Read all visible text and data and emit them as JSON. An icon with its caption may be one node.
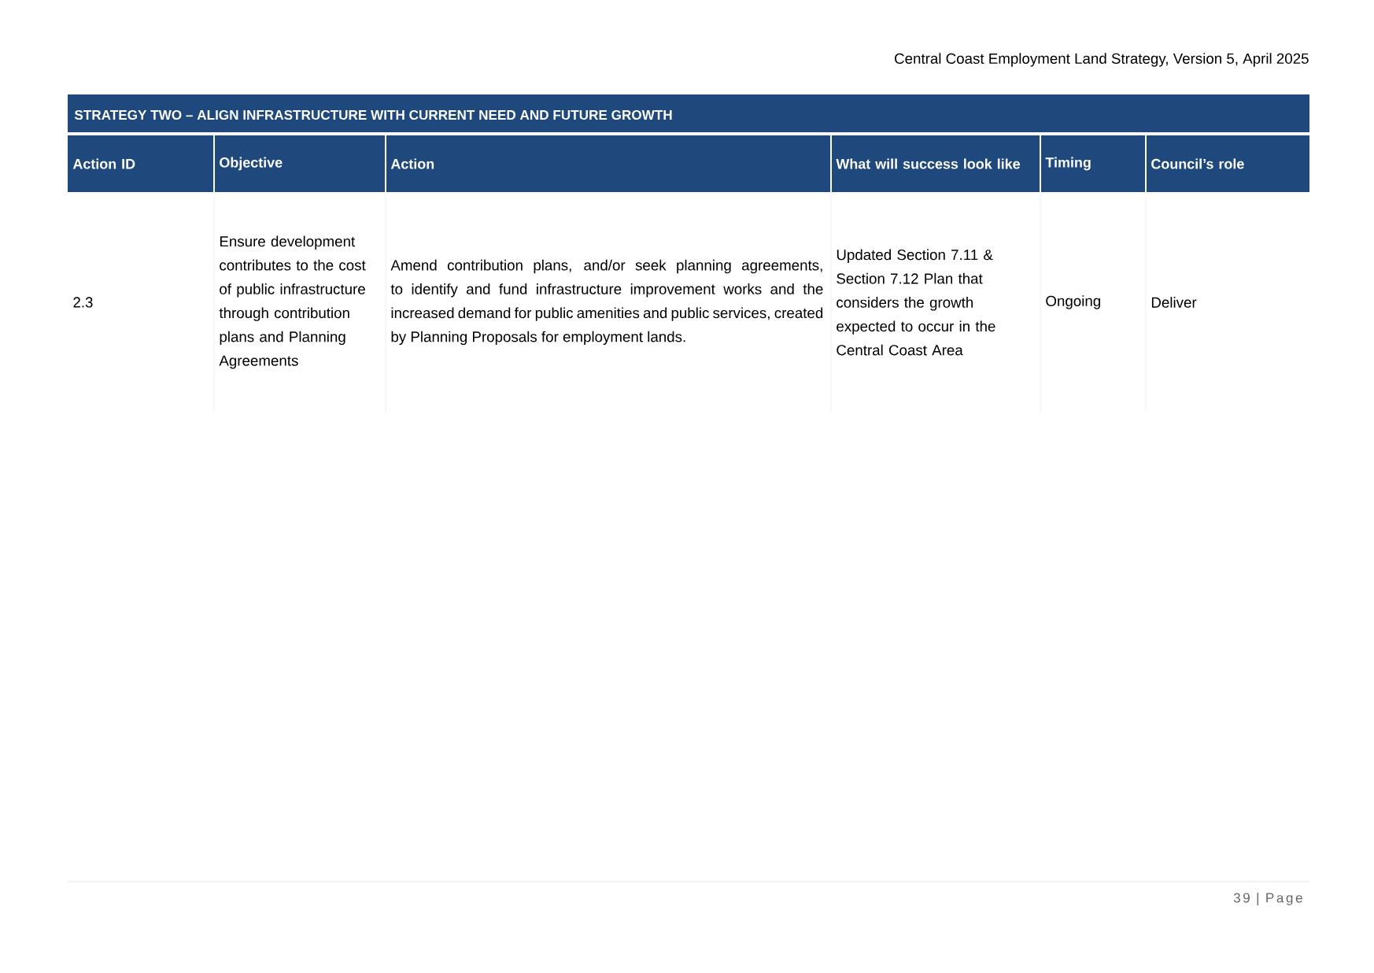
{
  "diagram": {
    "labels": [
      "Central Coast Employment Land Strategy, Version 5, April 2025",
      "STRATEGY TWO – ALIGN INFRASTRUCTURE WITH CURRENT NEED AND FUTURE GROWTH",
      "Action ID",
      "Objective",
      "Action",
      "What will success look like",
      "Timing",
      "Council’s role",
      "2.3",
      "Ensure development contributes to the cost of public infrastructure through contribution plans and Planning Agreements",
      "Amend contribution plans, and/or seek planning agreements, to identify and fund infrastructure improvement works and the increased demand for public amenities and public services, created by Planning Proposals for employment lands.",
      "Updated Section 7.11 & Section 7.12 Plan that considers the growth expected to occur in the Central Coast Area",
      "Ongoing",
      "Deliver",
      "39 | Page"
    ]
  }
}
